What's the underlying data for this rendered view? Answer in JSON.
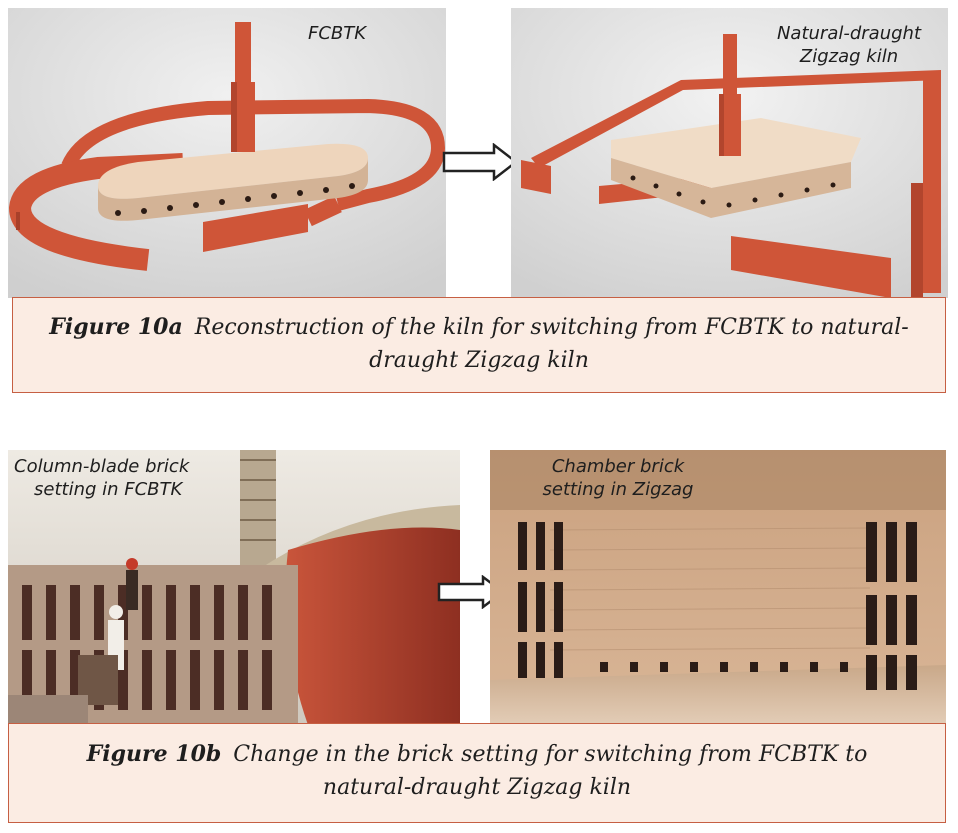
{
  "figure_a": {
    "left_label": "FCBTK",
    "right_label_line1": "Natural-draught",
    "right_label_line2": "Zigzag kiln",
    "caption_number": "Figure 10a",
    "caption_line1": "Reconstruction of the kiln for switching from FCBTK to natural-",
    "caption_line2": "draught Zigzag kiln"
  },
  "figure_b": {
    "left_label_line1": "Column-blade brick",
    "left_label_line2": "setting in FCBTK",
    "right_label_line1": "Chamber brick",
    "right_label_line2": "setting in Zigzag",
    "caption_number": "Figure 10b",
    "caption_line1": "Change in the brick setting for switching from FCBTK to",
    "caption_line2": "natural-draught Zigzag kiln"
  },
  "colors": {
    "kiln_red": "#d0553a",
    "caption_bg": "#fbece3",
    "caption_border": "#c65f43"
  }
}
